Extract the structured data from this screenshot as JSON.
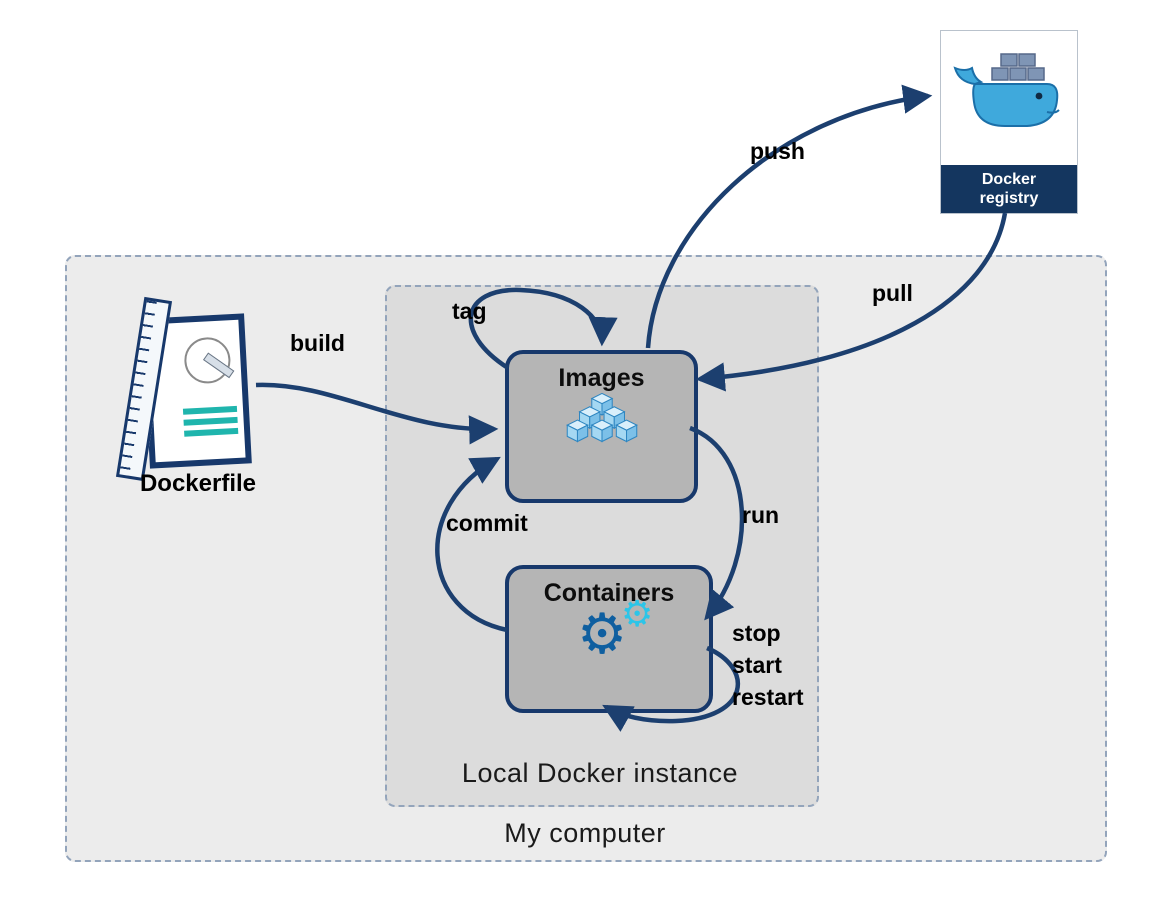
{
  "nodes": {
    "images": "Images",
    "containers": "Containers",
    "dockerfile": "Dockerfile",
    "registry_line1": "Docker",
    "registry_line2": "registry",
    "local_docker": "Local Docker instance",
    "my_computer": "My computer"
  },
  "arrow_labels": {
    "build": "build",
    "tag": "tag",
    "push": "push",
    "pull": "pull",
    "run": "run",
    "commit": "commit",
    "stop": "stop",
    "start": "start",
    "restart": "restart"
  },
  "icons": {
    "images_icon": "layered-cubes-icon",
    "containers_icon": "gears-icon",
    "dockerfile_icon": "document-ruler-compass-icon",
    "registry_icon": "docker-whale-icon",
    "gear_glyph": "⚙"
  },
  "colors": {
    "arrow": "#1c3f6f",
    "node_border": "#17386b",
    "node_fill": "#b5b5b5",
    "outer_box_fill": "#ececec",
    "inner_box_fill": "#dcdcdc",
    "teal_accent": "#1fb5ad",
    "whale_blue": "#3fa9dc",
    "gear_dark_blue": "#0f5fa0",
    "gear_cyan": "#2cc5e8",
    "registry_band": "#14365f"
  }
}
